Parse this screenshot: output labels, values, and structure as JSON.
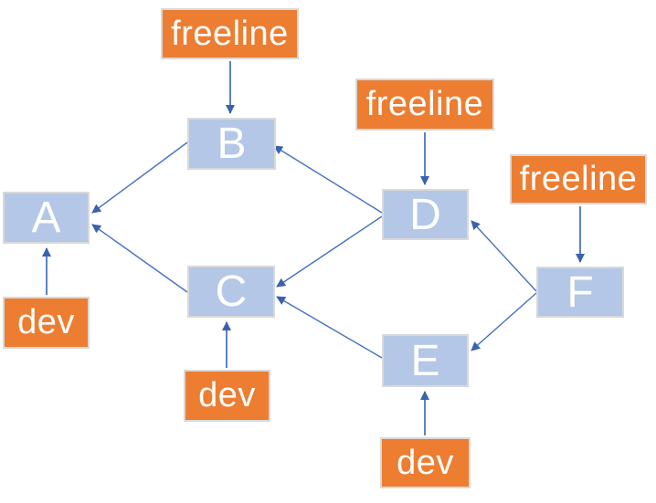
{
  "diagram": {
    "description": "Module dependency graph with freeline and dev tags",
    "colors": {
      "node_fill": "#B4C7E7",
      "tag_fill": "#ED7D31",
      "arrow_line": "#4472C4",
      "arrowhead": "#3A62AE",
      "text": "#FFFFFF",
      "box_border": "#D9D9D9",
      "background": "#FFFFFF"
    },
    "nodes": [
      {
        "id": "A",
        "label": "A"
      },
      {
        "id": "B",
        "label": "B"
      },
      {
        "id": "C",
        "label": "C"
      },
      {
        "id": "D",
        "label": "D"
      },
      {
        "id": "E",
        "label": "E"
      },
      {
        "id": "F",
        "label": "F"
      }
    ],
    "tags": [
      {
        "label": "freeline",
        "attached_to": "B",
        "direction": "points-down-into-node"
      },
      {
        "label": "freeline",
        "attached_to": "D",
        "direction": "points-down-into-node"
      },
      {
        "label": "freeline",
        "attached_to": "F",
        "direction": "points-down-into-node"
      },
      {
        "label": "dev",
        "attached_to": "A",
        "direction": "points-up-into-node"
      },
      {
        "label": "dev",
        "attached_to": "C",
        "direction": "points-up-into-node"
      },
      {
        "label": "dev",
        "attached_to": "E",
        "direction": "points-up-into-node"
      }
    ],
    "edges": [
      {
        "from": "B",
        "to": "A"
      },
      {
        "from": "C",
        "to": "A"
      },
      {
        "from": "D",
        "to": "B"
      },
      {
        "from": "D",
        "to": "C"
      },
      {
        "from": "E",
        "to": "C"
      },
      {
        "from": "F",
        "to": "D"
      },
      {
        "from": "F",
        "to": "E"
      }
    ]
  }
}
